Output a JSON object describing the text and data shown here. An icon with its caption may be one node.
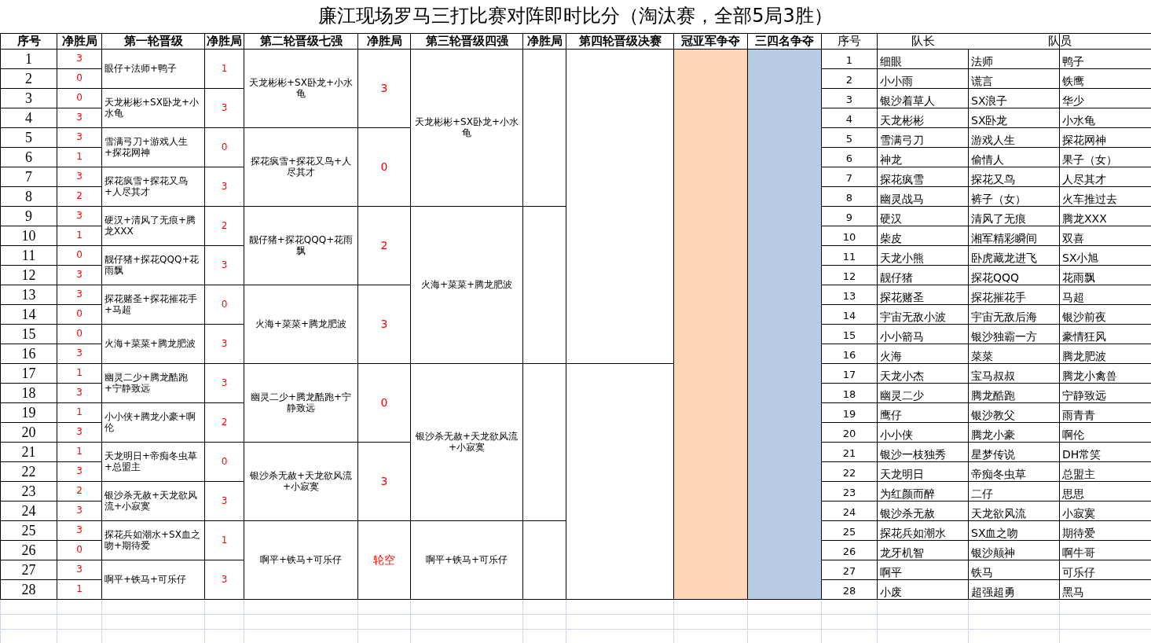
{
  "diagram": {
    "title": "廉江现场罗马三打比赛对阵即时比分（淘汰赛，全部5局3胜）",
    "labels": [
      "序号",
      "净胜局",
      "第一轮晋级",
      "净胜局",
      "第二轮晋级七强",
      "净胜局",
      "第三轮晋级四强",
      "净胜局",
      "第四轮晋级决赛",
      "冠亚军争夺",
      "三四名争夺",
      "序号",
      "队长",
      "队员",
      "1",
      "3",
      "眼仔+法师+鸭子",
      "1",
      "天龙彬彬+SX卧龙+小水龟",
      "3",
      "天龙彬彬+SX卧龙+小水龟",
      "1",
      "细眼",
      "法师",
      "鸭子",
      "2",
      "0",
      "2",
      "小小雨",
      "谎言",
      "铁鹰",
      "3",
      "0",
      "天龙彬彬+SX卧龙+小水龟",
      "3",
      "3",
      "银沙着草人",
      "SX浪子",
      "华少",
      "4",
      "3",
      "4",
      "天龙彬彬",
      "SX卧龙",
      "小水龟",
      "5",
      "3",
      "雪满弓刀+游戏人生+探花网神",
      "0",
      "探花疯雪+探花又鸟+人尽其才",
      "0",
      "5",
      "雪满弓刀",
      "游戏人生",
      "探花网神",
      "6",
      "1",
      "6",
      "神龙",
      "偷情人",
      "果子（女）",
      "7",
      "3",
      "探花疯雪+探花又鸟+人尽其才",
      "3",
      "7",
      "探花疯雪",
      "探花又鸟",
      "人尽其才",
      "8",
      "2",
      "8",
      "幽灵战马",
      "裤子（女）",
      "火车推过去",
      "9",
      "3",
      "硬汉+清风了无痕+腾龙XXX",
      "2",
      "靓仔猪+探花QQQ+花雨飘",
      "2",
      "火海+菜菜+腾龙肥波",
      "9",
      "硬汉",
      "清风了无痕",
      "腾龙XXX",
      "10",
      "1",
      "10",
      "柴皮",
      "湘军精彩瞬间",
      "双喜",
      "11",
      "0",
      "靓仔猪+探花QQQ+花雨飘",
      "3",
      "11",
      "天龙小熊",
      "卧虎藏龙进飞",
      "SX小旭",
      "12",
      "3",
      "12",
      "靓仔猪",
      "探花QQQ",
      "花雨飘",
      "13",
      "3",
      "探花赌圣+探花摧花手+马超",
      "0",
      "火海+菜菜+腾龙肥波",
      "3",
      "13",
      "探花赌圣",
      "探花摧花手",
      "马超",
      "14",
      "0",
      "14",
      "宇宙无敌小波",
      "宇宙无敌后海",
      "银沙前夜",
      "15",
      "0",
      "火海+菜菜+腾龙肥波",
      "3",
      "15",
      "小小箭马",
      "银沙独霸一方",
      "豪情狂风",
      "16",
      "3",
      "16",
      "火海",
      "菜菜",
      "腾龙肥波",
      "17",
      "1",
      "幽灵二少+腾龙酷跑+宁静致远",
      "3",
      "幽灵二少+腾龙酷跑+宁静致远",
      "0",
      "银沙杀无赦+天龙欲风流+小寂寞",
      "17",
      "天龙小杰",
      "宝马叔叔",
      "腾龙小禽兽",
      "18",
      "3",
      "18",
      "幽灵二少",
      "腾龙酷跑",
      "宁静致远",
      "19",
      "1",
      "小小侠+腾龙小豪+啊伦",
      "2",
      "19",
      "鹰仔",
      "银沙教父",
      "雨青青",
      "20",
      "3",
      "20",
      "小小侠",
      "腾龙小豪",
      "啊伦",
      "21",
      "1",
      "天龙明日+帝痴冬虫草+总盟主",
      "0",
      "银沙杀无赦+天龙欲风流+小寂寞",
      "3",
      "21",
      "银沙一枝独秀",
      "星梦传说",
      "DH常笑",
      "22",
      "3",
      "22",
      "天龙明日",
      "帝痴冬虫草",
      "总盟主",
      "23",
      "2",
      "银沙杀无赦+天龙欲风流+小寂寞",
      "3",
      "23",
      "为红颜而醉",
      "二仔",
      "思思",
      "24",
      "3",
      "24",
      "银沙杀无赦",
      "天龙欲风流",
      "小寂寞",
      "25",
      "3",
      "探花兵如潮水+SX血之吻+期待爱",
      "1",
      "啊平+铁马+可乐仔",
      "轮空",
      "啊平+铁马+可乐仔",
      "25",
      "探花兵如潮水",
      "SX血之吻",
      "期待爱",
      "26",
      "0",
      "26",
      "龙牙机智",
      "银沙颠神",
      "啊牛哥",
      "27",
      "3",
      "啊平+铁马+可乐仔",
      "3",
      "27",
      "啊平",
      "铁马",
      "可乐仔",
      "28",
      "1",
      "28",
      "小废",
      "超强超勇",
      "黑马"
    ]
  }
}
